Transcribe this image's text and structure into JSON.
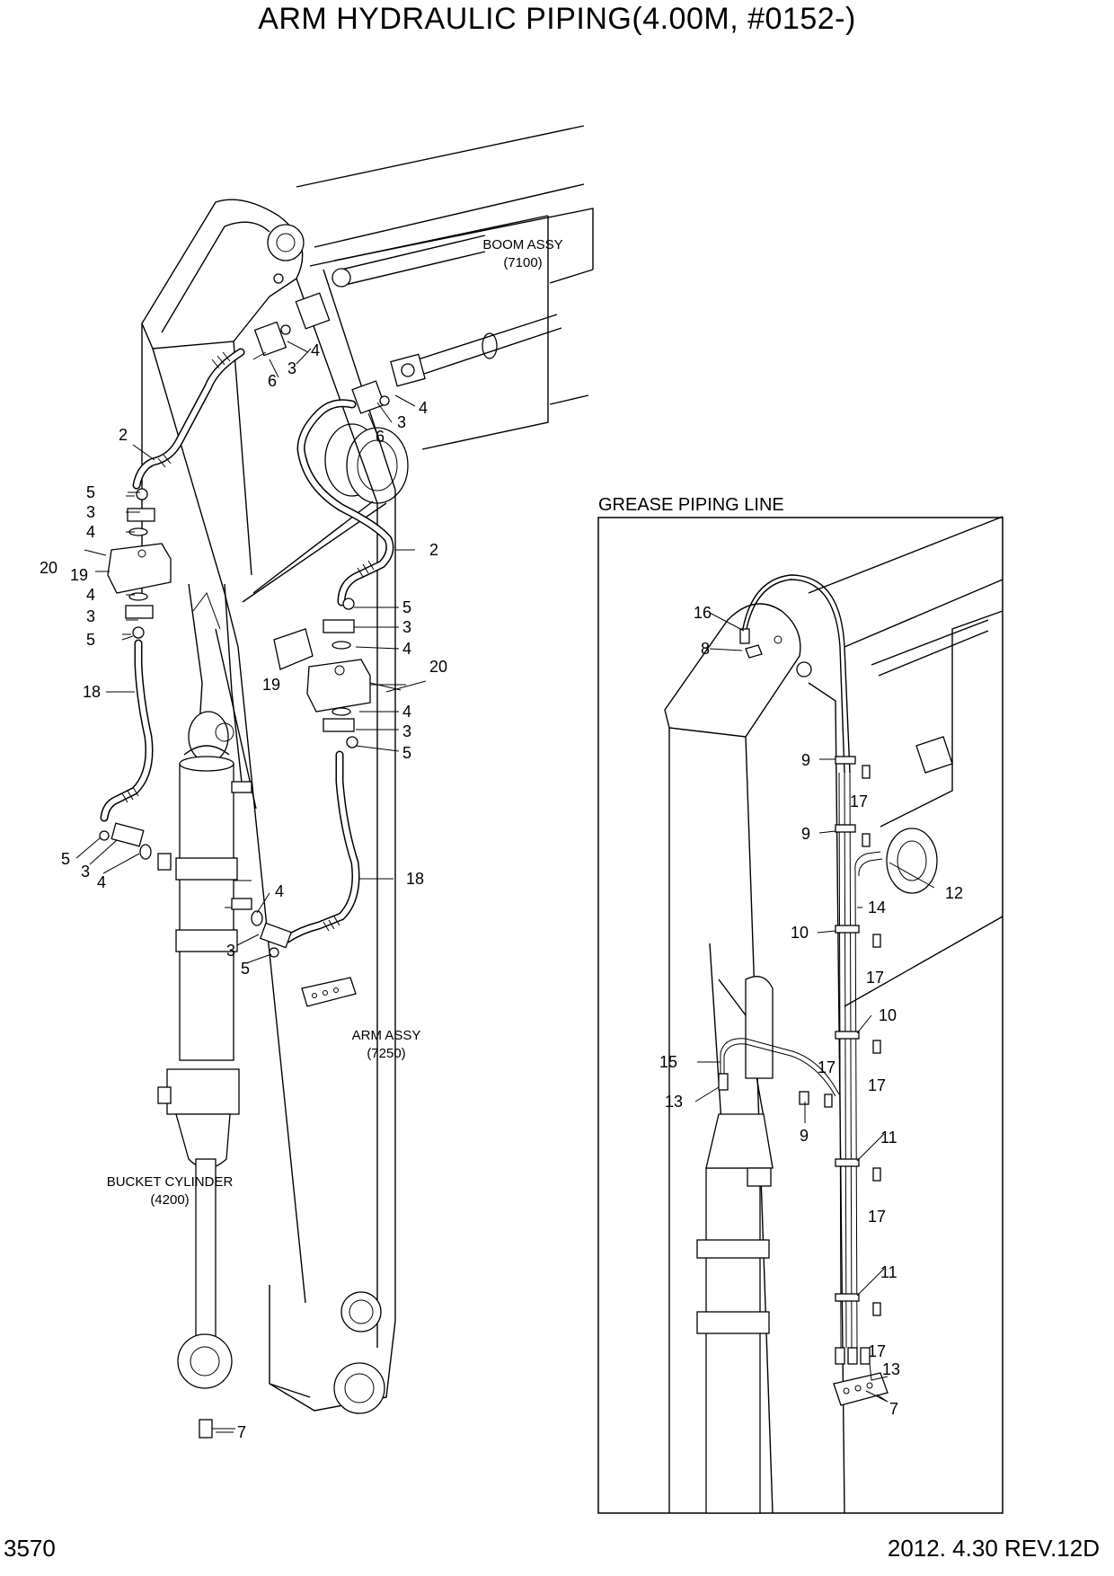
{
  "title": "ARM HYDRAULIC PIPING(4.00M, #0152-)",
  "page_number": "3570",
  "revision": "2012. 4.30  REV.12D",
  "inset_title": "GREASE PIPING LINE",
  "assemblies": {
    "boom": {
      "name": "BOOM ASSY",
      "code": "(7100)"
    },
    "arm": {
      "name": "ARM ASSY",
      "code": "(7250)"
    },
    "bucket_cylinder": {
      "name": "BUCKET CYLINDER",
      "code": "(4200)"
    }
  },
  "main_callouts": [
    "2",
    "3",
    "4",
    "6",
    "3",
    "4",
    "6",
    "2",
    "5",
    "3",
    "4",
    "20",
    "19",
    "4",
    "3",
    "5",
    "18",
    "5",
    "3",
    "4",
    "5",
    "3",
    "4",
    "20",
    "19",
    "4",
    "3",
    "5",
    "18",
    "4",
    "3",
    "5",
    "7"
  ],
  "inset_callouts": [
    "16",
    "8",
    "9",
    "17",
    "9",
    "12",
    "14",
    "10",
    "17",
    "10",
    "17",
    "17",
    "15",
    "13",
    "9",
    "11",
    "17",
    "11",
    "17",
    "13",
    "7"
  ]
}
